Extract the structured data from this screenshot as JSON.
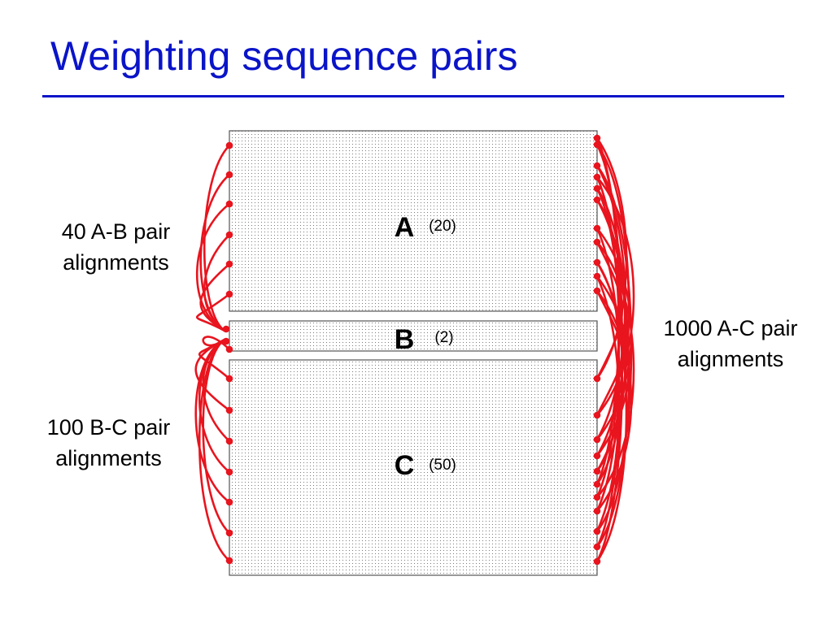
{
  "slide": {
    "title": "Weighting sequence pairs",
    "title_color": "#0a14c8"
  },
  "diagram": {
    "groups": [
      {
        "letter": "A",
        "count": "(20)"
      },
      {
        "letter": "B",
        "count": "(2)"
      },
      {
        "letter": "C",
        "count": "(50)"
      }
    ],
    "labels": {
      "ab": [
        "40 A-B pair",
        "alignments"
      ],
      "bc": [
        "100 B-C pair",
        "alignments"
      ],
      "ac": [
        "1000 A-C pair",
        "alignments"
      ]
    },
    "line_color": "#e8141e"
  }
}
